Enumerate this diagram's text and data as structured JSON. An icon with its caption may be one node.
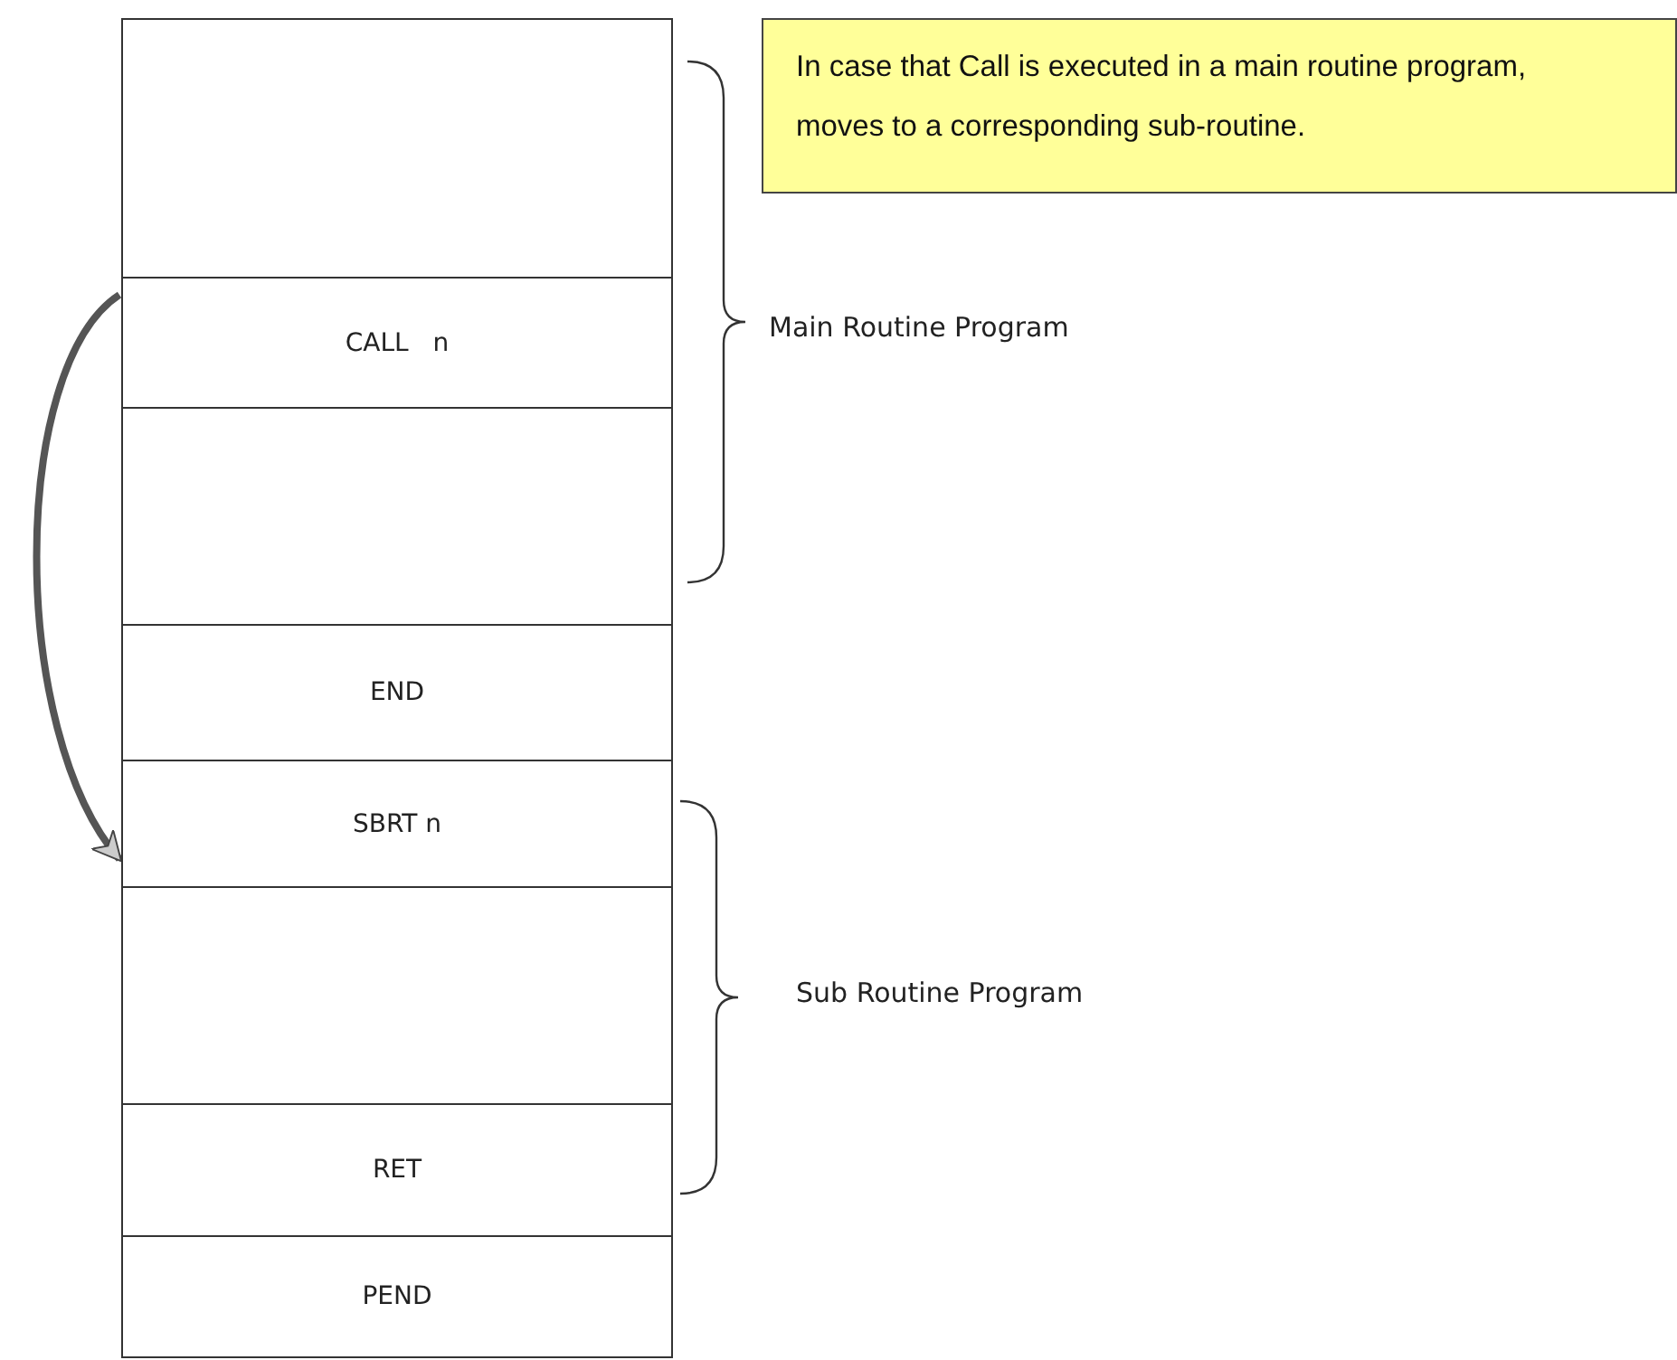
{
  "diagram": {
    "nodes": [
      {
        "text": [],
        "shape": "box"
      },
      {
        "text": [
          "CALL   n"
        ]
      },
      {
        "text": [],
        "shape": "box"
      },
      {
        "text": [
          "END"
        ]
      },
      {
        "text": [
          "SBRT n"
        ]
      },
      {
        "text": [],
        "shape": "box"
      },
      {
        "text": [
          "RET"
        ]
      },
      {
        "text": [
          "PEND"
        ]
      },
      {
        "text": [
          "In case that Call is executed in a main routine program, moves to a corresponding sub-routine."
        ]
      }
    ],
    "edges": [
      {
        "from": 1,
        "to": 4,
        "arrow": "to"
      }
    ],
    "labels": [
      "Main Routine Program",
      "Sub Routine Program"
    ]
  }
}
